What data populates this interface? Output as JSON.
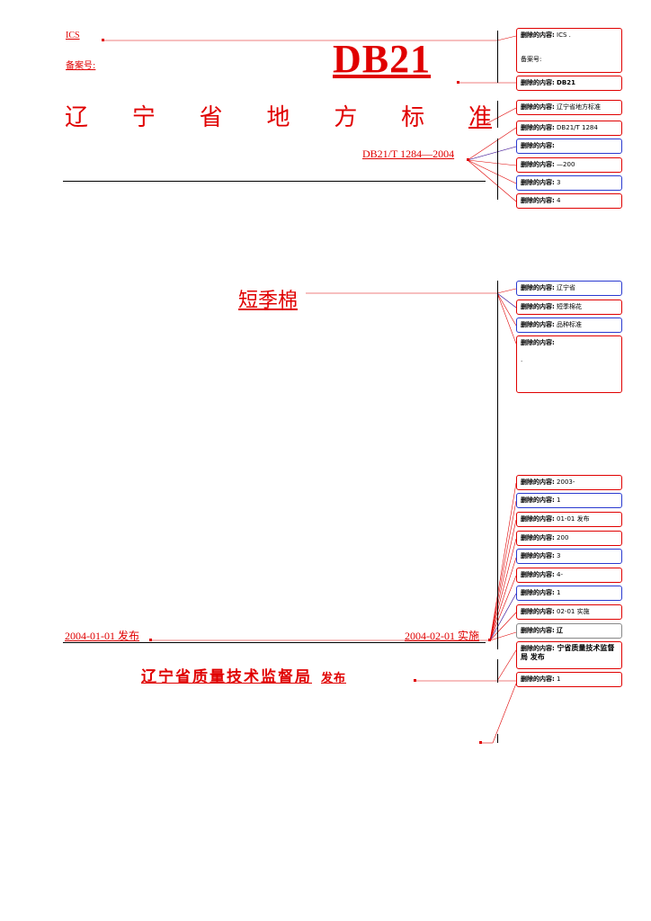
{
  "header": {
    "ics": "ICS",
    "record": "备案号:",
    "code": "DB21",
    "province_title": [
      "辽",
      "宁",
      "省",
      "地",
      "方",
      "标",
      "准"
    ],
    "standard_number": "DB21/T 1284—2004"
  },
  "main": {
    "title": "短季棉"
  },
  "footer": {
    "publish_date": "2004-01-01 发布",
    "implement_date": "2004-02-01 实施",
    "issuer": "辽宁省质量技术监督局",
    "issuer_suffix": "发布"
  },
  "comments": [
    {
      "prefix": "删除的内容:",
      "text": "ICS .",
      "ending": "备案号:"
    },
    {
      "prefix": "删除的内容:",
      "text": "DB21"
    },
    {
      "prefix": "删除的内容:",
      "text": "辽宁省地方标准"
    },
    {
      "prefix": "删除的内容:",
      "text": "DB21/T 1284"
    },
    {
      "prefix": "删除的内容:",
      "text": ""
    },
    {
      "prefix": "删除的内容:",
      "text": "—200"
    },
    {
      "prefix": "删除的内容:",
      "text": "3"
    },
    {
      "prefix": "删除的内容:",
      "text": "4"
    },
    {
      "prefix": "删除的内容:",
      "text": "辽宁省"
    },
    {
      "prefix": "删除的内容:",
      "text": "短季棉花"
    },
    {
      "prefix": "删除的内容:",
      "text": "品种标准"
    },
    {
      "prefix": "删除的内容:",
      "text": "."
    },
    {
      "prefix": "删除的内容:",
      "text": "2003-"
    },
    {
      "prefix": "删除的内容:",
      "text": "1"
    },
    {
      "prefix": "删除的内容:",
      "text": "01-01 发布"
    },
    {
      "prefix": "删除的内容:",
      "text": "200"
    },
    {
      "prefix": "删除的内容:",
      "text": "3"
    },
    {
      "prefix": "删除的内容:",
      "text": "4-"
    },
    {
      "prefix": "删除的内容:",
      "text": "1"
    },
    {
      "prefix": "删除的内容:",
      "text": "02-01 实施"
    },
    {
      "prefix": "删除的内容:",
      "text": "辽"
    },
    {
      "prefix": "删除的内容:",
      "text": "宁省质量技术监督局 发布"
    },
    {
      "prefix": "删除的内容:",
      "text": "1"
    }
  ],
  "colors": {
    "revision": "#e00000",
    "comment_border_blue": "#2a3ad0"
  }
}
